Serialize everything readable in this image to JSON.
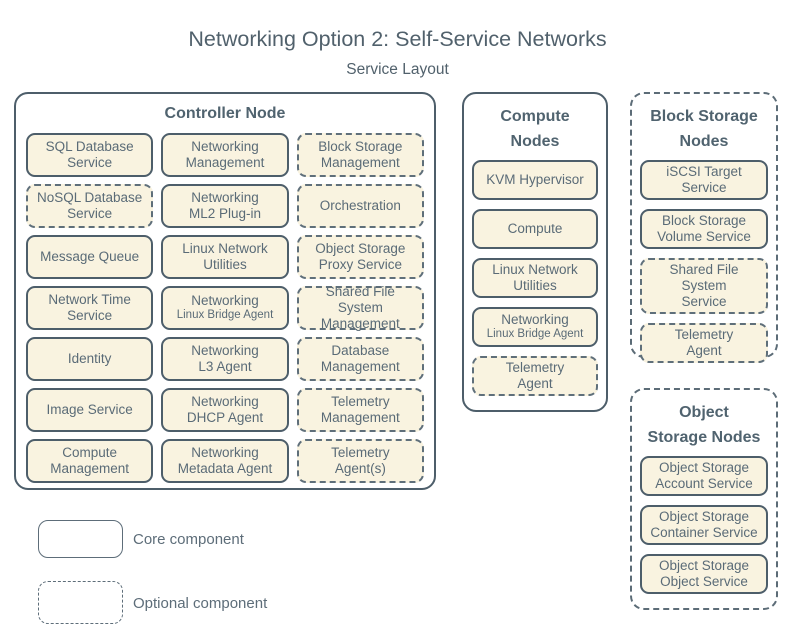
{
  "title": "Networking Option 2: Self-Service Networks",
  "subtitle": "Service Layout",
  "colors": {
    "background": "#ffffff",
    "box_fill": "#f9f3e0",
    "border_solid": "#4d5e6a",
    "border_dashed": "#5f6f7a",
    "heading_text": "#50636f",
    "box_text": "#5a6b77",
    "title_text": "#51616c"
  },
  "legend": {
    "items": [
      {
        "type": "core",
        "label": "Core component"
      },
      {
        "type": "optional",
        "label": "Optional component"
      }
    ]
  },
  "nodes": [
    {
      "id": "controller",
      "title_lines": [
        "Controller Node"
      ],
      "border": "solid",
      "services": [
        {
          "line1": "SQL Database",
          "line2": "Service",
          "type": "core"
        },
        {
          "line1": "Networking",
          "line2": "Management",
          "type": "core"
        },
        {
          "line1": "Block Storage",
          "line2": "Management",
          "type": "optional"
        },
        {
          "line1": "NoSQL Database",
          "line2": "Service",
          "type": "optional"
        },
        {
          "line1": "Networking",
          "line2": "ML2 Plug-in",
          "type": "core"
        },
        {
          "line1": "Orchestration",
          "type": "optional"
        },
        {
          "line1": "Message Queue",
          "type": "core"
        },
        {
          "line1": "Linux Network",
          "line2": "Utilities",
          "type": "core"
        },
        {
          "line1": "Object Storage",
          "line2": "Proxy Service",
          "type": "optional"
        },
        {
          "line1": "Network Time",
          "line2": "Service",
          "type": "core"
        },
        {
          "line1": "Networking",
          "line2": "Linux Bridge Agent",
          "small2": true,
          "type": "core"
        },
        {
          "line1": "Shared File System",
          "line2": "Management",
          "type": "optional"
        },
        {
          "line1": "Identity",
          "type": "core"
        },
        {
          "line1": "Networking",
          "line2": "L3 Agent",
          "type": "core"
        },
        {
          "line1": "Database",
          "line2": "Management",
          "type": "optional"
        },
        {
          "line1": "Image Service",
          "type": "core"
        },
        {
          "line1": "Networking",
          "line2": "DHCP Agent",
          "type": "core"
        },
        {
          "line1": "Telemetry",
          "line2": "Management",
          "type": "optional"
        },
        {
          "line1": "Compute",
          "line2": "Management",
          "type": "core"
        },
        {
          "line1": "Networking",
          "line2": "Metadata Agent",
          "type": "core"
        },
        {
          "line1": "Telemetry",
          "line2": "Agent(s)",
          "type": "optional"
        }
      ]
    },
    {
      "id": "compute",
      "title_lines": [
        "Compute",
        "Nodes"
      ],
      "border": "solid",
      "services": [
        {
          "line1": "KVM Hypervisor",
          "type": "core"
        },
        {
          "line1": "Compute",
          "type": "core"
        },
        {
          "line1": "Linux Network",
          "line2": "Utilities",
          "type": "core"
        },
        {
          "line1": "Networking",
          "line2": "Linux Bridge Agent",
          "small2": true,
          "type": "core"
        },
        {
          "line1": "Telemetry",
          "line2": "Agent",
          "type": "optional"
        }
      ]
    },
    {
      "id": "block-storage",
      "title_lines": [
        "Block Storage",
        "Nodes"
      ],
      "border": "dashed",
      "services": [
        {
          "line1": "iSCSI Target",
          "line2": "Service",
          "type": "core"
        },
        {
          "line1": "Block Storage",
          "line2": "Volume Service",
          "type": "core"
        },
        {
          "line1": "Shared File System",
          "line2": "Service",
          "type": "optional"
        },
        {
          "line1": "Telemetry",
          "line2": "Agent",
          "type": "optional"
        }
      ]
    },
    {
      "id": "object-storage",
      "title_lines": [
        "Object",
        "Storage Nodes"
      ],
      "border": "dashed",
      "services": [
        {
          "line1": "Object Storage",
          "line2": "Account Service",
          "type": "core"
        },
        {
          "line1": "Object Storage",
          "line2": "Container Service",
          "type": "core"
        },
        {
          "line1": "Object Storage",
          "line2": "Object Service",
          "type": "core"
        }
      ]
    }
  ]
}
